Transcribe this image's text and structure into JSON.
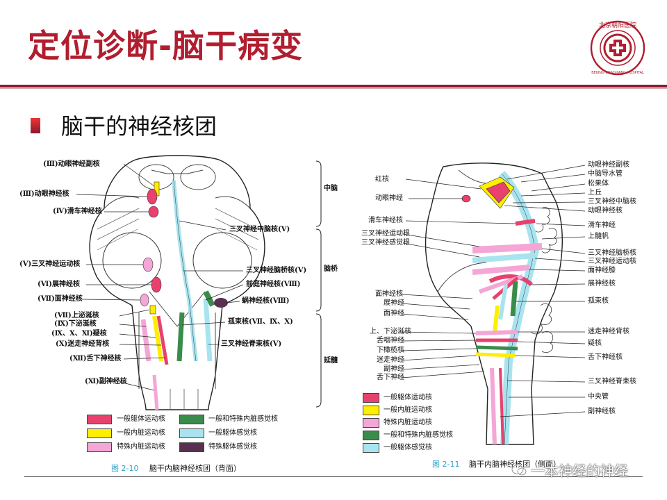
{
  "slide": {
    "title": "定位诊断-脑干病变",
    "subtitle": "脑干的神经核团",
    "watermark": "一本神经的神经"
  },
  "logo": {
    "top_text": "北京朝阳医院",
    "ring_text": "BEIJING CHAO-YANG HOSPITAL"
  },
  "colors": {
    "title": "#b01e2f",
    "somatic_motor": "#e8416e",
    "visceral_motor": "#ffee00",
    "special_visceral_motor": "#f4a6d6",
    "visceral_sensory": "#3a8c4a",
    "somatic_sensory": "#a8e4f0",
    "special_somatic_sensory": "#5a3050"
  },
  "fig_left": {
    "labels": {
      "l1": "(Ⅲ)动眼神经副核",
      "l2": "(Ⅲ)动眼神经核",
      "l3": "(Ⅳ)滑车神经核",
      "l4": "(Ⅴ)三叉神经运动核",
      "l5": "(Ⅵ)展神经核",
      "l6": "(Ⅶ)面神经核",
      "l7": "(Ⅶ)上泌涎核",
      "l8": "(Ⅸ)下泌涎核",
      "l9": "(Ⅸ、Ⅹ、Ⅺ)疑核",
      "l10": "(Ⅹ)迷走神经背核",
      "l11": "(Ⅻ)舌下神经核",
      "l12": "(Ⅺ)副神经核",
      "r1": "三叉神经中脑核(Ⅴ)",
      "r2": "三叉神经脑桥核(Ⅴ)",
      "r3": "前庭神经核(Ⅷ)",
      "r4": "蜗神经核(Ⅷ)",
      "r5": "孤束核(Ⅶ、Ⅸ、Ⅹ)",
      "r6": "三叉神经脊束核(Ⅴ)",
      "b1": "中脑",
      "b2": "脑桥",
      "b3": "延髓"
    },
    "legend": [
      {
        "label": "一般躯体运动核",
        "color": "#e8416e"
      },
      {
        "label": "一般内脏运动核",
        "color": "#ffee00"
      },
      {
        "label": "特殊内脏运动核",
        "color": "#f4a6d6"
      },
      {
        "label": "一般和特殊内脏感觉核",
        "color": "#3a8c4a"
      },
      {
        "label": "一般躯体感觉核",
        "color": "#a8e4f0"
      },
      {
        "label": "特殊躯体感觉核",
        "color": "#5a3050"
      }
    ],
    "caption_num": "图 2-10",
    "caption": "脑干内脑神经核团（背面）"
  },
  "fig_right": {
    "labels": {
      "l1": "红核",
      "l2": "动眼神经",
      "l3": "滑车神经核",
      "l4": "三叉神经运动根",
      "l5": "三叉神经感觉根",
      "l6": "面神经核",
      "l7": "展神经",
      "l8": "面神经",
      "l9": "上、下泌涎核",
      "l10": "舌咽神经",
      "l11": "下橄榄核",
      "l12": "迷走神经",
      "l13": "副神经",
      "l14": "舌下神经",
      "r1": "动眼神经副核",
      "r2": "中脑导水管",
      "r3": "松果体",
      "r4": "上丘",
      "r5": "三叉神经中脑核",
      "r6": "动眼神经核",
      "r7": "滑车神经",
      "r8": "上髓帆",
      "r9": "三叉神经脑桥核",
      "r10": "三叉神经运动核",
      "r11": "面神经膝",
      "r12": "展神经核",
      "r13": "孤束核",
      "r14": "迷走神经背核",
      "r15": "疑核",
      "r16": "舌下神经核",
      "r17": "三叉神经脊束核",
      "r18": "中央管",
      "r19": "副神经核"
    },
    "legend": [
      {
        "label": "一般躯体运动核",
        "color": "#e8416e"
      },
      {
        "label": "一般内脏运动核",
        "color": "#ffee00"
      },
      {
        "label": "特殊内脏运动核",
        "color": "#f4a6d6"
      },
      {
        "label": "一般和特殊内脏感觉核",
        "color": "#3a8c4a"
      },
      {
        "label": "一般躯体感觉核",
        "color": "#a8e4f0"
      }
    ],
    "caption_num": "图 2-11",
    "caption": "脑干内脑神经核团（侧面）"
  }
}
